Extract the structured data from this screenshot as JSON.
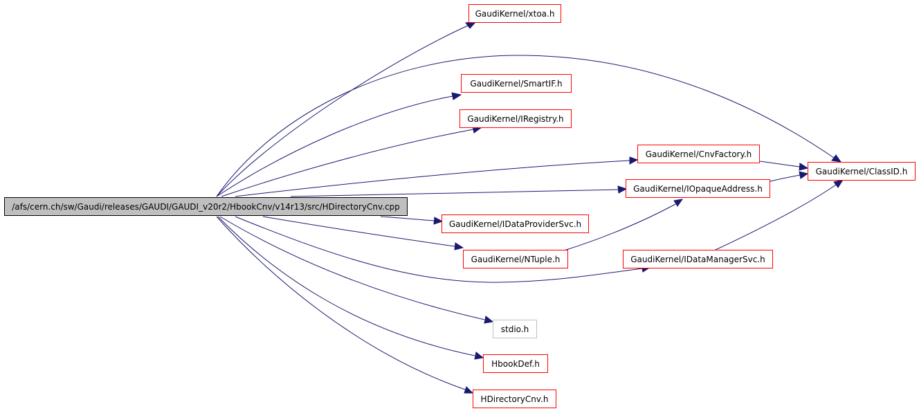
{
  "root": "/afs/cern.ch/sw/Gaudi/releases/GAUDI/GAUDI_v20r2/HbookCnv/v14r13/src/HDirectoryCnv.cpp",
  "nodes": {
    "xtoa": "GaudiKernel/xtoa.h",
    "smartif": "GaudiKernel/SmartIF.h",
    "iregistry": "GaudiKernel/IRegistry.h",
    "cnvfactory": "GaudiKernel/CnvFactory.h",
    "classid": "GaudiKernel/ClassID.h",
    "iopaqueaddress": "GaudiKernel/IOpaqueAddress.h",
    "idataprovidersvc": "GaudiKernel/IDataProviderSvc.h",
    "ntuple": "GaudiKernel/NTuple.h",
    "idatamanagersvc": "GaudiKernel/IDataManagerSvc.h",
    "stdio": "stdio.h",
    "hbookdef": "HbookDef.h",
    "hdirectorycnv": "HDirectoryCnv.h"
  },
  "edges": [
    [
      "root",
      "xtoa"
    ],
    [
      "root",
      "classid"
    ],
    [
      "root",
      "smartif"
    ],
    [
      "root",
      "iregistry"
    ],
    [
      "root",
      "cnvfactory"
    ],
    [
      "root",
      "iopaqueaddress"
    ],
    [
      "root",
      "idataprovidersvc"
    ],
    [
      "root",
      "ntuple"
    ],
    [
      "root",
      "idatamanagersvc"
    ],
    [
      "root",
      "stdio"
    ],
    [
      "root",
      "hbookdef"
    ],
    [
      "root",
      "hdirectorycnv"
    ],
    [
      "cnvfactory",
      "classid"
    ],
    [
      "iopaqueaddress",
      "classid"
    ],
    [
      "ntuple",
      "iopaqueaddress"
    ],
    [
      "idatamanagersvc",
      "classid"
    ]
  ],
  "colors": {
    "edge": "#191970",
    "node_border": "#ff0000",
    "root_fill": "#bfbfbf",
    "external_border": "#bfbfbf"
  }
}
